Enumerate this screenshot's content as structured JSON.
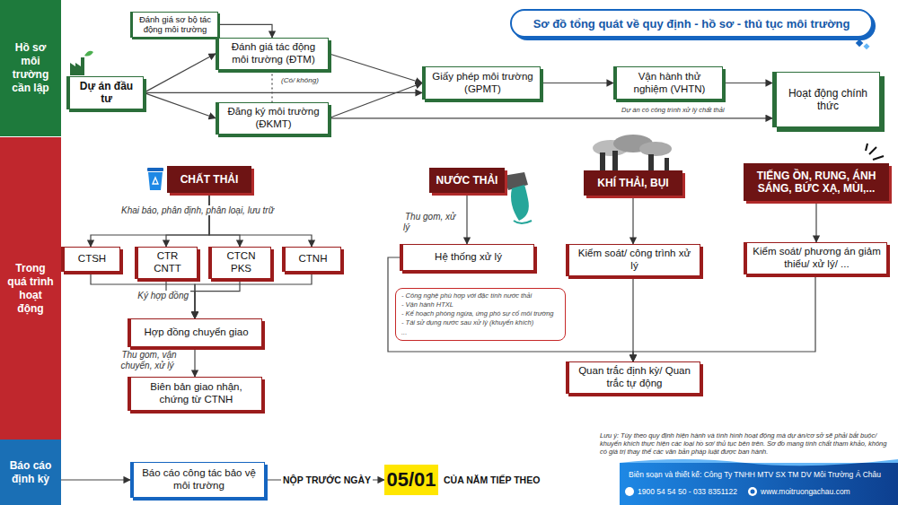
{
  "diagram": {
    "title": "Sơ đồ tổng quát về quy định - hồ sơ - thủ tục môi trường",
    "nodes": [
      {
        "text": [
          "Hồ sơ môi trường cần lập"
        ]
      },
      {
        "text": [
          "Đánh giá sơ bộ tác động môi trường"
        ]
      },
      {
        "text": [
          "Dự án đầu tư"
        ]
      },
      {
        "text": [
          "Đánh giá tác động môi trường (ĐTM)"
        ]
      },
      {
        "text": [
          "Đăng ký môi trường (ĐKMT)"
        ]
      },
      {
        "text": [
          "Giấy phép môi trường (GPMT)"
        ]
      },
      {
        "text": [
          "Vận hành thử nghiệm (VHTN)"
        ]
      },
      {
        "text": [
          "Hoạt động chính thức"
        ]
      },
      {
        "text": [
          "Trong quá trình hoạt động"
        ]
      },
      {
        "text": [
          "CHẤT THẢI"
        ]
      },
      {
        "text": [
          "NƯỚC THẢI"
        ]
      },
      {
        "text": [
          "KHÍ THẢI, BỤI"
        ]
      },
      {
        "text": [
          "TIẾNG ỒN, RUNG, ÁNH SÁNG, BỨC XẠ, MÙI,..."
        ]
      },
      {
        "text": [
          "CTSH"
        ]
      },
      {
        "text": [
          "CTR CNTT"
        ]
      },
      {
        "text": [
          "CTCN PKS"
        ]
      },
      {
        "text": [
          "CTNH"
        ]
      },
      {
        "text": [
          "Hệ thống xử lý"
        ]
      },
      {
        "text": [
          "Kiểm soát/ công trình xử lý"
        ]
      },
      {
        "text": [
          "Kiểm soát/ phương án giảm thiểu/ xử lý/ ..."
        ]
      },
      {
        "text": [
          "- Công nghệ phù hợp với đặc tính nước thải",
          "- Vận hành HTXL",
          "- Kế hoạch phòng ngừa, ứng phó sự cố môi trường",
          "- Tái sử dụng nước sau xử lý (khuyến khích)",
          "..."
        ]
      },
      {
        "text": [
          "Hợp đồng chuyển giao"
        ]
      },
      {
        "text": [
          "Biên bản giao nhận, chứng từ CTNH"
        ]
      },
      {
        "text": [
          "Quan trắc định kỳ/ Quan trắc tự động"
        ]
      },
      {
        "text": [
          "Báo cáo định kỳ"
        ]
      },
      {
        "text": [
          "Báo cáo công tác bảo vệ môi trường"
        ]
      },
      {
        "text": [
          "05/01"
        ]
      }
    ],
    "edges": [
      {
        "from": 1,
        "to": 3,
        "arrow": "to"
      },
      {
        "from": 2,
        "to": 3,
        "arrow": "to"
      },
      {
        "from": 2,
        "to": 4,
        "arrow": "to"
      },
      {
        "from": 2,
        "to": 5,
        "arrow": "to"
      },
      {
        "from": 3,
        "to": 4,
        "label": "(Có/ không)",
        "arrow": "none"
      },
      {
        "from": 3,
        "to": 5,
        "arrow": "to"
      },
      {
        "from": 4,
        "to": 5,
        "arrow": "to"
      },
      {
        "from": 5,
        "to": 6,
        "arrow": "to"
      },
      {
        "from": 6,
        "to": 7,
        "arrow": "to"
      },
      {
        "from": 4,
        "to": 7,
        "label": "Dự án có công trình xử lý chất thải",
        "arrow": "to"
      },
      {
        "from": 9,
        "to": 13,
        "label": "Khai báo, phân định, phân loại, lưu trữ",
        "arrow": "to"
      },
      {
        "from": 9,
        "to": 14,
        "arrow": "to"
      },
      {
        "from": 9,
        "to": 15,
        "arrow": "to"
      },
      {
        "from": 9,
        "to": 16,
        "arrow": "to"
      },
      {
        "from": 13,
        "to": 21,
        "label": "Ký hợp đồng",
        "arrow": "to"
      },
      {
        "from": 14,
        "to": 21,
        "arrow": "to"
      },
      {
        "from": 15,
        "to": 21,
        "arrow": "to"
      },
      {
        "from": 16,
        "to": 21,
        "arrow": "to"
      },
      {
        "from": 21,
        "to": 22,
        "label": "Thu gom, vận chuyển, xử lý",
        "arrow": "to"
      },
      {
        "from": 10,
        "to": 17,
        "label": "Thu gom, xử lý",
        "arrow": "to"
      },
      {
        "from": 11,
        "to": 18,
        "arrow": "to"
      },
      {
        "from": 12,
        "to": 19,
        "arrow": "to"
      },
      {
        "from": 17,
        "to": 23,
        "arrow": "to"
      },
      {
        "from": 18,
        "to": 23,
        "arrow": "to"
      },
      {
        "from": 19,
        "to": 23,
        "arrow": "to"
      },
      {
        "from": 24,
        "to": 25,
        "arrow": "to"
      },
      {
        "from": 25,
        "to": 26,
        "label": "NỘP TRƯỚC NGÀY",
        "arrow": "to"
      }
    ],
    "labels": [
      "CỦA NĂM TIẾP THEO",
      "Lưu ý: Tùy theo quy định hiện hành và tình hình hoạt động mà dự án/cơ sở sẽ phải bắt buộc/ khuyến khích thực hiện các loại hồ sơ/ thủ tục bên trên. Sơ đồ mang tính chất tham khảo, không có giá trị thay thế các văn bản pháp luật được ban hành.",
      "Biên soạn và thiết kế: Công Ty TNHH MTV SX TM DV Môi Trường Á Châu",
      "1900 54 54 50 - 033 8351122",
      "www.moitruongachau.com"
    ]
  }
}
